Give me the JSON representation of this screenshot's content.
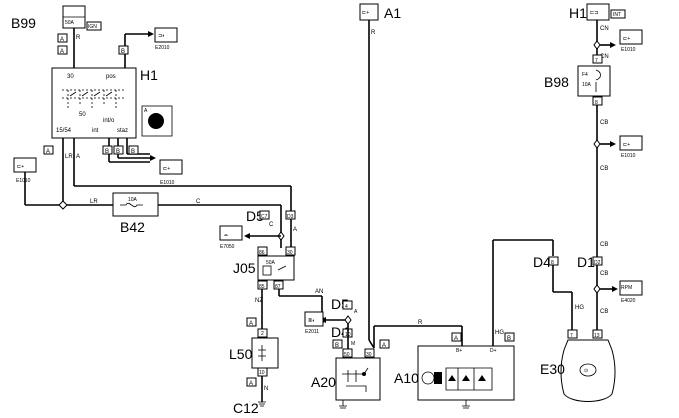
{
  "components": {
    "b99": "B99",
    "h1": "H1",
    "b42": "B42",
    "d5": "D5",
    "j05": "J05",
    "l50": "L50",
    "c12": "C12",
    "a1": "A1",
    "a20": "A20",
    "a10": "A10",
    "d4": "D4",
    "d1": "D1",
    "e30": "E30",
    "b98": "B98"
  },
  "refs": {
    "e2010": "E2010",
    "e1010": "E1010",
    "e7050": "E7050",
    "e2011": "E2011",
    "e4020": "E4020"
  },
  "fuses": {
    "b99": "50A",
    "b42": "10A",
    "j05": "50A",
    "b98_id": "F4",
    "b98_amp": "10A"
  },
  "tags": {
    "ign": "IGN",
    "int": "INT",
    "rpm": "RPM"
  },
  "h1_terms": {
    "t30": "30",
    "pos": "pos",
    "t50": "50",
    "t1554": "15/54",
    "int": "int",
    "into": "int/o",
    "staz": "staz"
  },
  "pins": {
    "a": "A",
    "b": "B",
    "c7": "C7",
    "d3": "D3",
    "p86": "86",
    "p30": "30",
    "p85": "85",
    "p87": "87",
    "p2": "2",
    "p10": "10",
    "p4": "4",
    "p50": "50",
    "p7": "7",
    "p8": "8",
    "p13": "13",
    "d2": "D2",
    "bplus": "B+",
    "dplus": "D+"
  },
  "wires": {
    "lr": "LR",
    "c": "C",
    "nz": "NZ",
    "an": "AN",
    "n": "N",
    "r": "R",
    "hg": "HG",
    "cb": "CB",
    "cn": "CN",
    "m": "M",
    "a": "A"
  }
}
